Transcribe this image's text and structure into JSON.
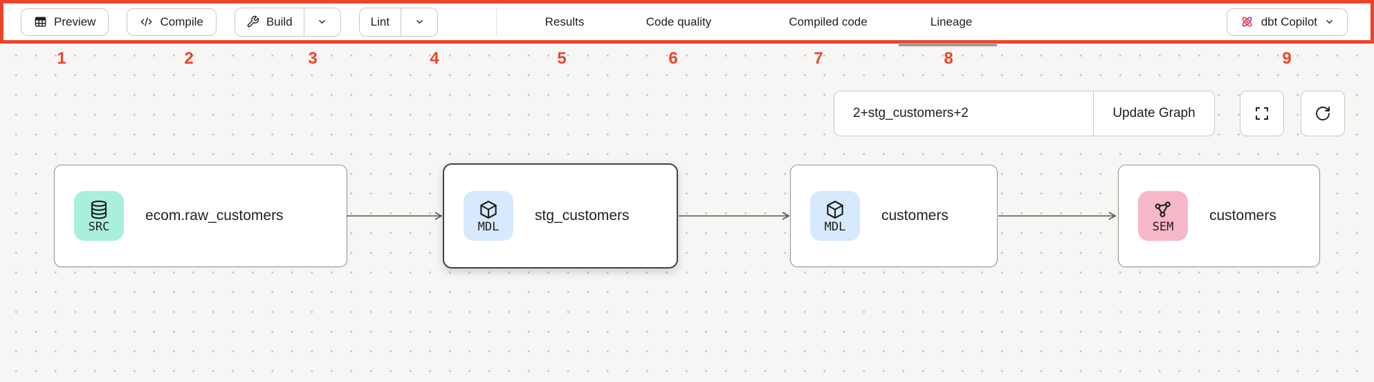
{
  "annotation": {
    "color": "#ea452a",
    "numbers": [
      "1",
      "2",
      "3",
      "4",
      "5",
      "6",
      "7",
      "8",
      "9"
    ]
  },
  "toolbar": {
    "preview_label": "Preview",
    "compile_label": "Compile",
    "build_label": "Build",
    "lint_label": "Lint",
    "tabs": [
      {
        "label": "Results",
        "active": false
      },
      {
        "label": "Code quality",
        "active": false
      },
      {
        "label": "Compiled code",
        "active": false
      },
      {
        "label": "Lineage",
        "active": true
      }
    ],
    "copilot_label": "dbt Copilot",
    "icons": [
      "table-icon",
      "code-icon",
      "wrench-icon",
      "chevron-down-icon",
      "dbt-logo-icon"
    ]
  },
  "lineage_controls": {
    "selector_value": "2+stg_customers+2",
    "update_button_label": "Update Graph",
    "icons": [
      "fullscreen-icon",
      "refresh-icon"
    ]
  },
  "graph": {
    "nodes": [
      {
        "badge": "SRC",
        "badge_color": "#a9f0dc",
        "icon": "database-icon",
        "title": "ecom.raw_customers",
        "selected": false
      },
      {
        "badge": "MDL",
        "badge_color": "#d7e9fc",
        "icon": "cube-icon",
        "title": "stg_customers",
        "selected": true
      },
      {
        "badge": "MDL",
        "badge_color": "#d7e9fc",
        "icon": "cube-icon",
        "title": "customers",
        "selected": false
      },
      {
        "badge": "SEM",
        "badge_color": "#f6b7c6",
        "icon": "network-icon",
        "title": "customers",
        "selected": false
      }
    ]
  }
}
